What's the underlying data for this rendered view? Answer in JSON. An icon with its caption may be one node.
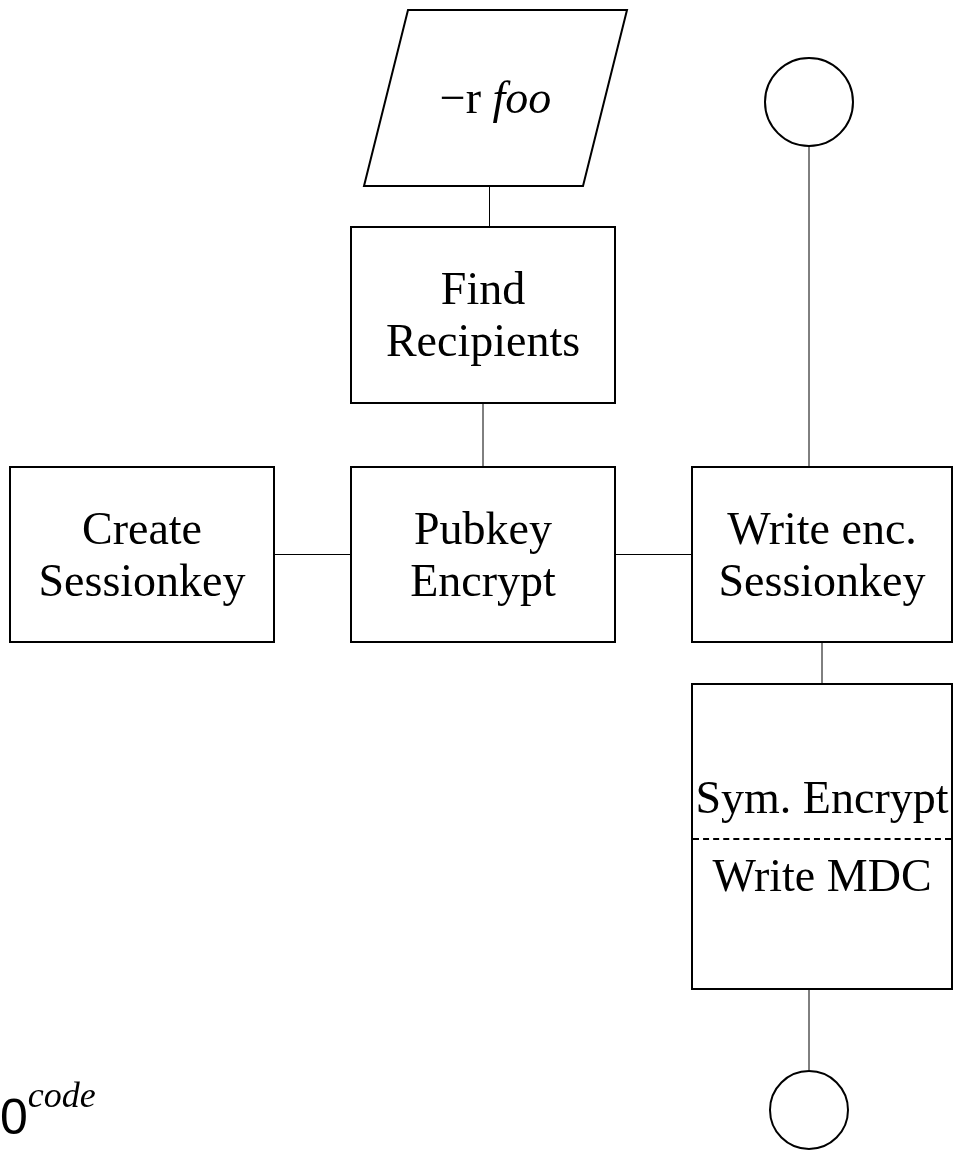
{
  "diagram": {
    "nodes": [
      {
        "text": [
          "−r *foo*"
        ]
      },
      {
        "text": [],
        "shape": "circle"
      },
      {
        "text": [
          "Find Recipients"
        ]
      },
      {
        "text": [
          "Create Sessionkey"
        ]
      },
      {
        "text": [
          "Pubkey Encrypt"
        ]
      },
      {
        "text": [
          "Write enc. Sessionkey"
        ]
      },
      {
        "text": [
          "Sym. Encrypt",
          "Write MDC"
        ]
      },
      {
        "text": [],
        "shape": "circle"
      }
    ],
    "edges": [
      {
        "from": 0,
        "to": 2,
        "arrow": "none"
      },
      {
        "from": 2,
        "to": 4,
        "arrow": "none"
      },
      {
        "from": 3,
        "to": 4,
        "arrow": "none"
      },
      {
        "from": 4,
        "to": 5,
        "arrow": "none"
      },
      {
        "from": 1,
        "to": 5,
        "arrow": "none"
      },
      {
        "from": 5,
        "to": 6,
        "arrow": "none"
      },
      {
        "from": 6,
        "to": 7,
        "arrow": "none"
      }
    ],
    "labels": [
      "0$^{code}$"
    ]
  }
}
